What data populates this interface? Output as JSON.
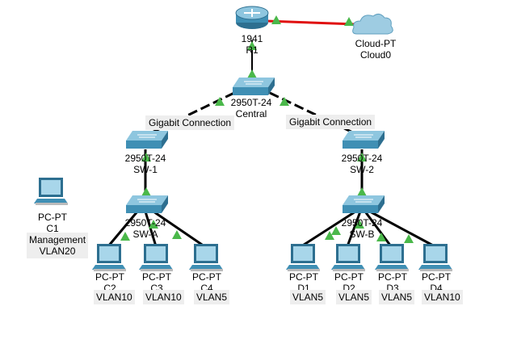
{
  "devices": {
    "router": {
      "model": "1941",
      "name": "R1"
    },
    "cloud": {
      "model": "Cloud-PT",
      "name": "Cloud0"
    },
    "central": {
      "model": "2950T-24",
      "name": "Central"
    },
    "sw1": {
      "model": "2950T-24",
      "name": "SW-1"
    },
    "sw2": {
      "model": "2950T-24",
      "name": "SW-2"
    },
    "swa": {
      "model": "2950T-24",
      "name": "SW-A"
    },
    "swb": {
      "model": "2950T-24",
      "name": "SW-B"
    },
    "pc_c1": {
      "model": "PC-PT",
      "name": "C1"
    },
    "pc_a1": {
      "model": "PC-PT",
      "name": "C2"
    },
    "pc_a2": {
      "model": "PC-PT",
      "name": "C3"
    },
    "pc_a3": {
      "model": "PC-PT",
      "name": "C4"
    },
    "pc_b1": {
      "model": "PC-PT",
      "name": "D1"
    },
    "pc_b2": {
      "model": "PC-PT",
      "name": "D2"
    },
    "pc_b3": {
      "model": "PC-PT",
      "name": "D3"
    },
    "pc_b4": {
      "model": "PC-PT",
      "name": "D4"
    }
  },
  "notes": {
    "gig_left": "Gigabit Connection",
    "gig_right": "Gigabit Connection",
    "management_line1": "Management",
    "management_line2": "VLAN20",
    "vlan_a1": "VLAN10",
    "vlan_a2": "VLAN10",
    "vlan_a3": "VLAN5",
    "vlan_b1": "VLAN5",
    "vlan_b2": "VLAN5",
    "vlan_b3": "VLAN5",
    "vlan_b4": "VLAN10"
  },
  "colors": {
    "serial_link": "#e01010",
    "ethernet_link": "#000000",
    "link_up": "#4ab84a",
    "switch_body": "#3f8fb4",
    "note_bg": "#eeeeee"
  }
}
